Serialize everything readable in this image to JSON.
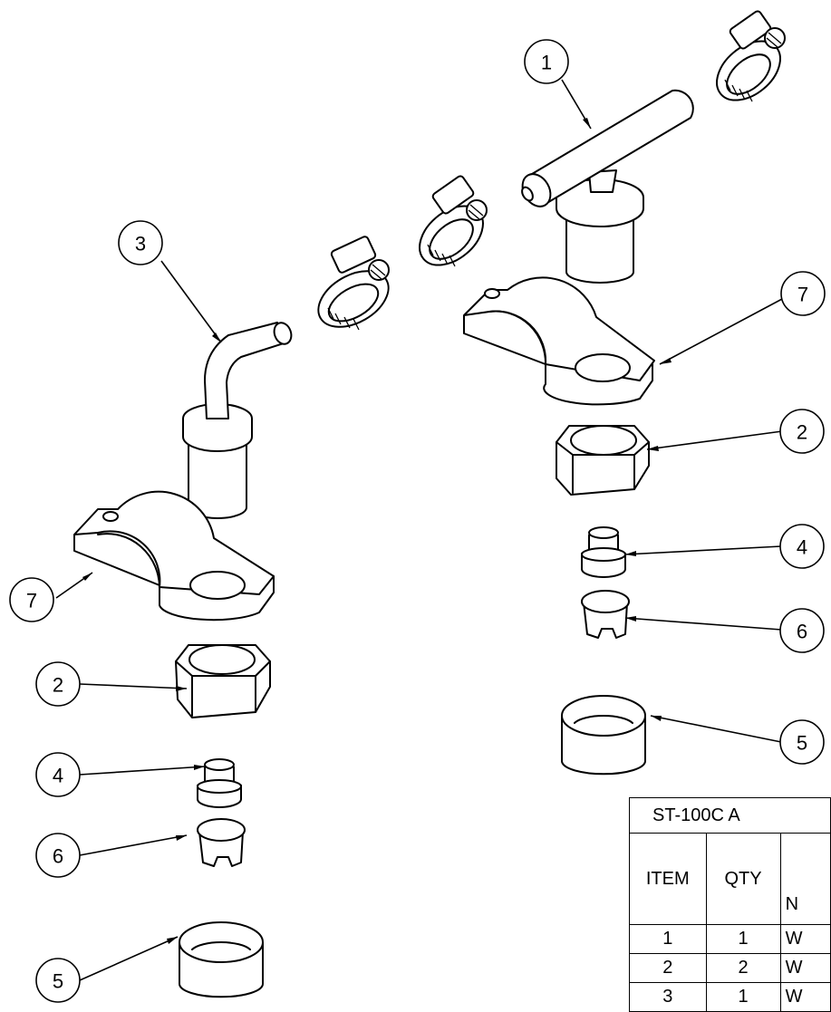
{
  "callouts": [
    {
      "number": "1"
    },
    {
      "number": "3"
    },
    {
      "number": "7"
    },
    {
      "number": "7"
    },
    {
      "number": "2"
    },
    {
      "number": "2"
    },
    {
      "number": "4"
    },
    {
      "number": "4"
    },
    {
      "number": "6"
    },
    {
      "number": "6"
    },
    {
      "number": "5"
    },
    {
      "number": "5"
    }
  ],
  "bom": {
    "title": "ST-100C A",
    "headers": {
      "item": "ITEM",
      "qty": "QTY",
      "name": "N"
    },
    "rows": [
      {
        "item": "1",
        "qty": "1",
        "name": "W"
      },
      {
        "item": "2",
        "qty": "2",
        "name": "W"
      },
      {
        "item": "3",
        "qty": "1",
        "name": "W"
      }
    ]
  }
}
